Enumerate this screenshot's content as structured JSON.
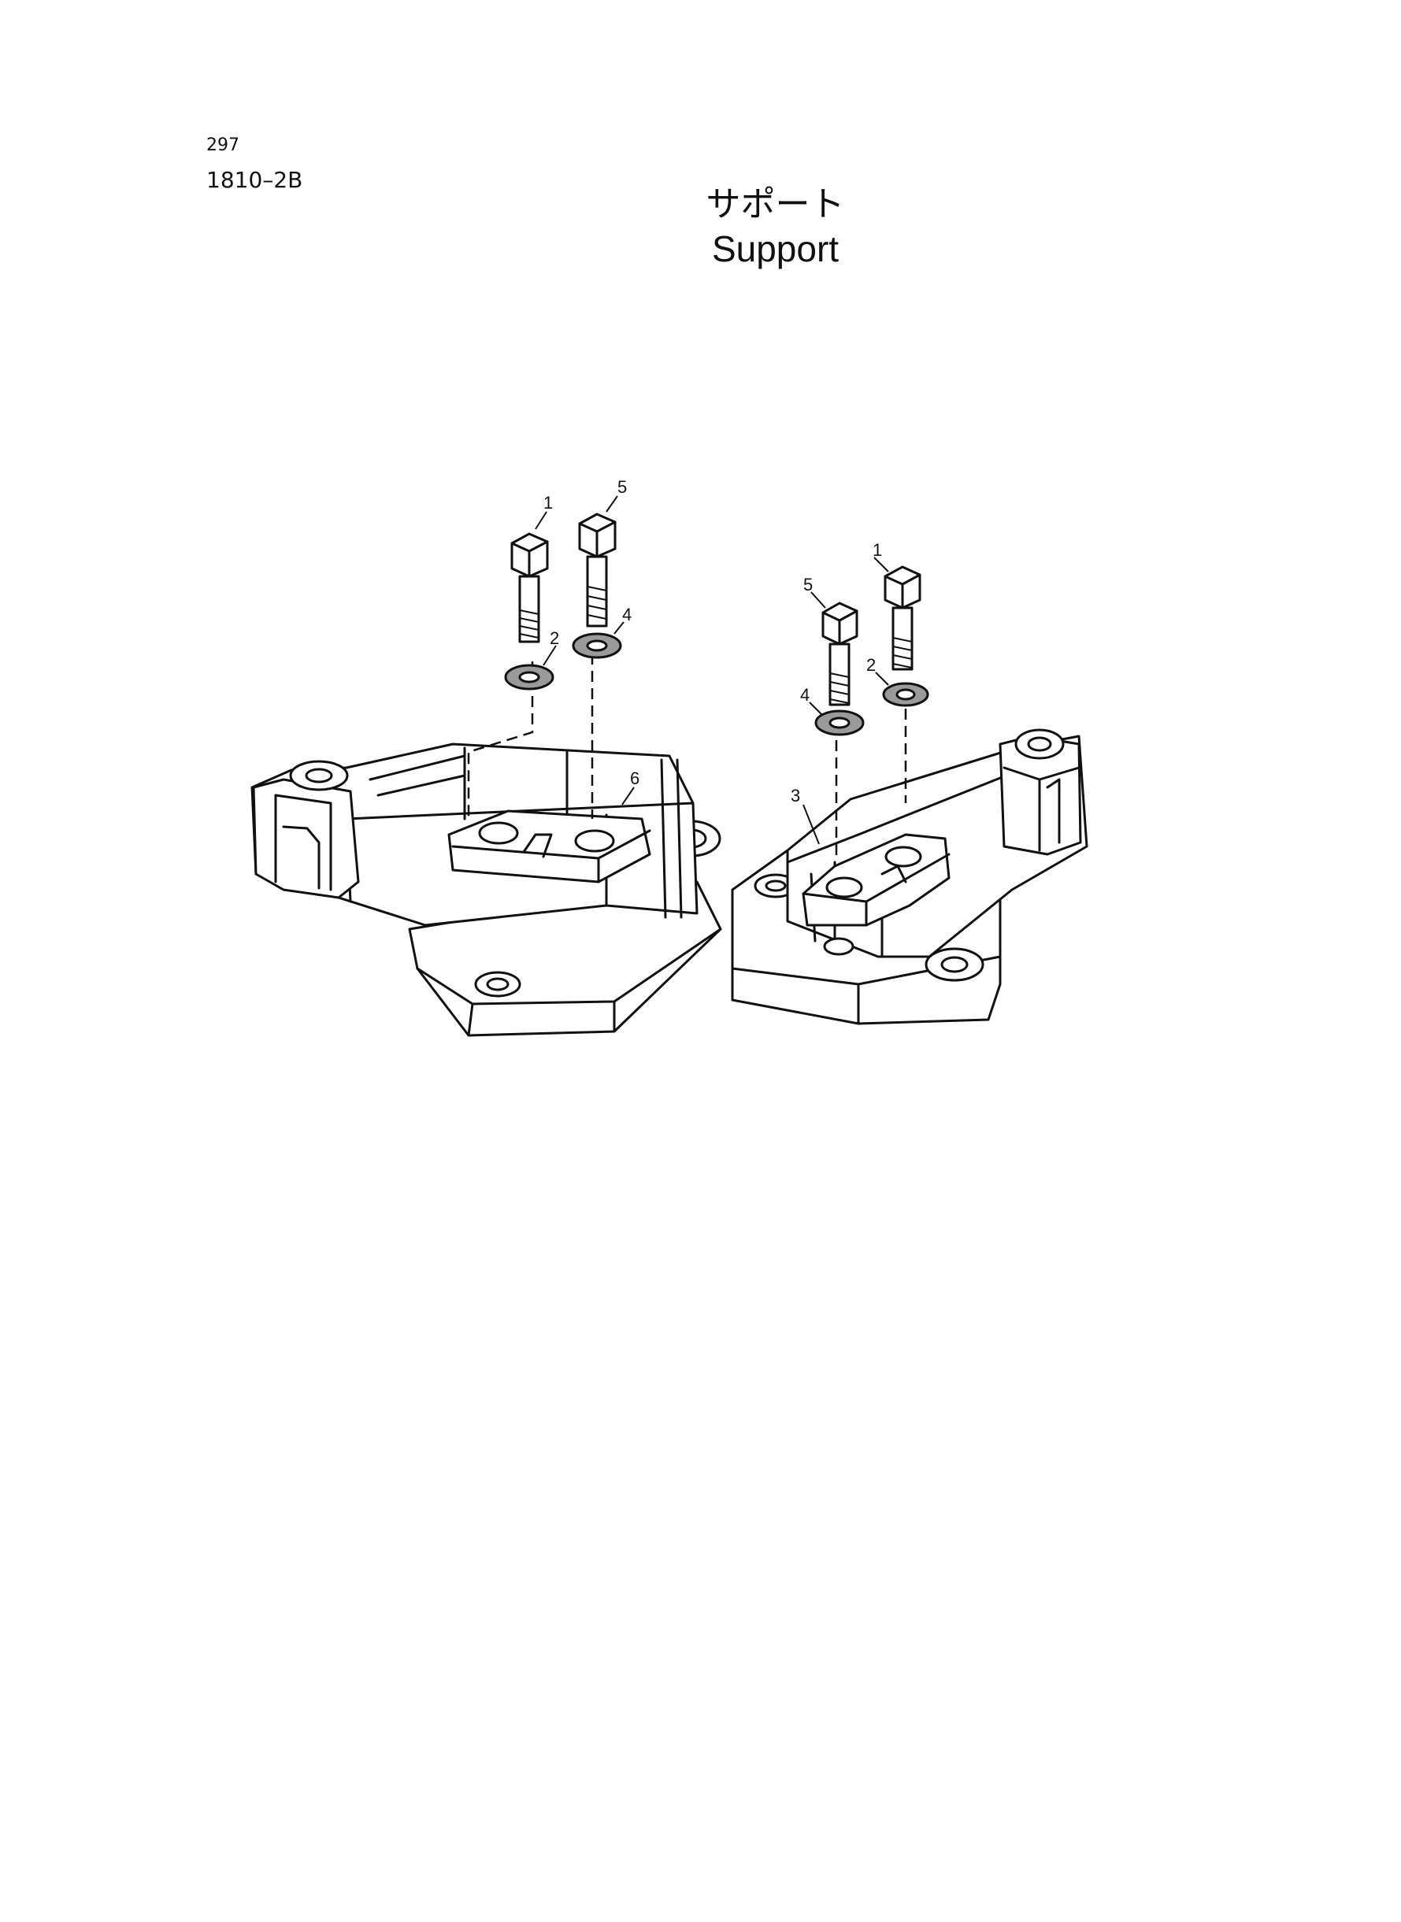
{
  "header": {
    "page_number": "297",
    "figure_code": "1810–2B"
  },
  "title": {
    "japanese": "サポート",
    "english": "Support"
  },
  "callouts": {
    "left": {
      "bolt_a": "1",
      "bolt_b": "5",
      "washer_a": "2",
      "washer_b": "4",
      "support": "6"
    },
    "right": {
      "bolt_a": "1",
      "bolt_b": "5",
      "washer_a": "2",
      "washer_b": "4",
      "support": "3"
    }
  }
}
